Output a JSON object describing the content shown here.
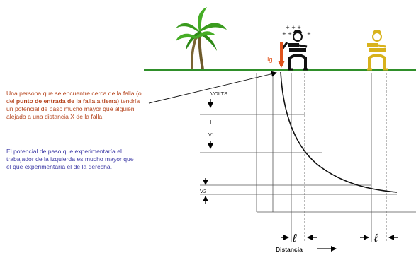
{
  "labels": {
    "current": "Ig",
    "volts": "VOLTS",
    "v1": "V1",
    "v2": "V2",
    "l_left": "ℓ",
    "l_right": "ℓ",
    "distance": "Distancia"
  },
  "notes": {
    "note1_part1": "Una persona que se encuentre cerca de la falla (o del ",
    "note1_bold": "punto de entrada de la falla a tierra",
    "note1_part2": ") tendría un potencial de paso mucho mayor que alguien alejado a una distancia X de la falla.",
    "note2": "El potencial de paso que experimentaría el trabajador de la izquierda es mucho mayor que el que experimentaría el de la derecha."
  },
  "colors": {
    "ground": "#2f8f2a",
    "current_arrow": "#e0521b",
    "note1": "#b5441d",
    "note2": "#3d3aa6",
    "worker_left": "#1a1a1a",
    "worker_right": "#d8b21c",
    "palm": "#3a9b1e"
  },
  "icons": {
    "palm": "palm-tree-icon",
    "worker_left": "electrocuted-worker-icon",
    "worker_right": "worker-icon"
  }
}
